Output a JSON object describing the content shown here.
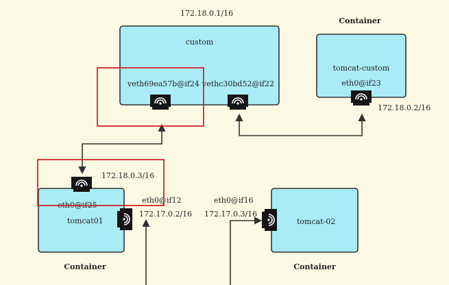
{
  "colors": {
    "background": "#fbf9e3",
    "box_fill": "#a9ecf6",
    "highlight_red": "#d2232a",
    "line": "#333333"
  },
  "network": {
    "subnet_label": "172.18.0.1/16",
    "bridge_name": "custom",
    "veth_a": "veth69ea57b@if24",
    "veth_b": "vethc30bd52@if22"
  },
  "containers": {
    "top_right": {
      "header": "Container",
      "name": "tomcat-custom",
      "iface": "eth0@if23",
      "ip": "172.18.0.2/16"
    },
    "bottom_left": {
      "header": "Container",
      "name": "tomcat01",
      "iface_custom": "eth0@if25",
      "ip_custom": "172.18.0.3/16",
      "iface_bridge": "eth0@if12",
      "ip_bridge": "172.17.0.2/16"
    },
    "bottom_right": {
      "header": "Container",
      "name": "tomcat-02",
      "iface": "eth0@if16",
      "ip": "172.17.0.3/16"
    }
  },
  "icons": [
    "network-card-icon",
    "arrow-head-icon"
  ]
}
